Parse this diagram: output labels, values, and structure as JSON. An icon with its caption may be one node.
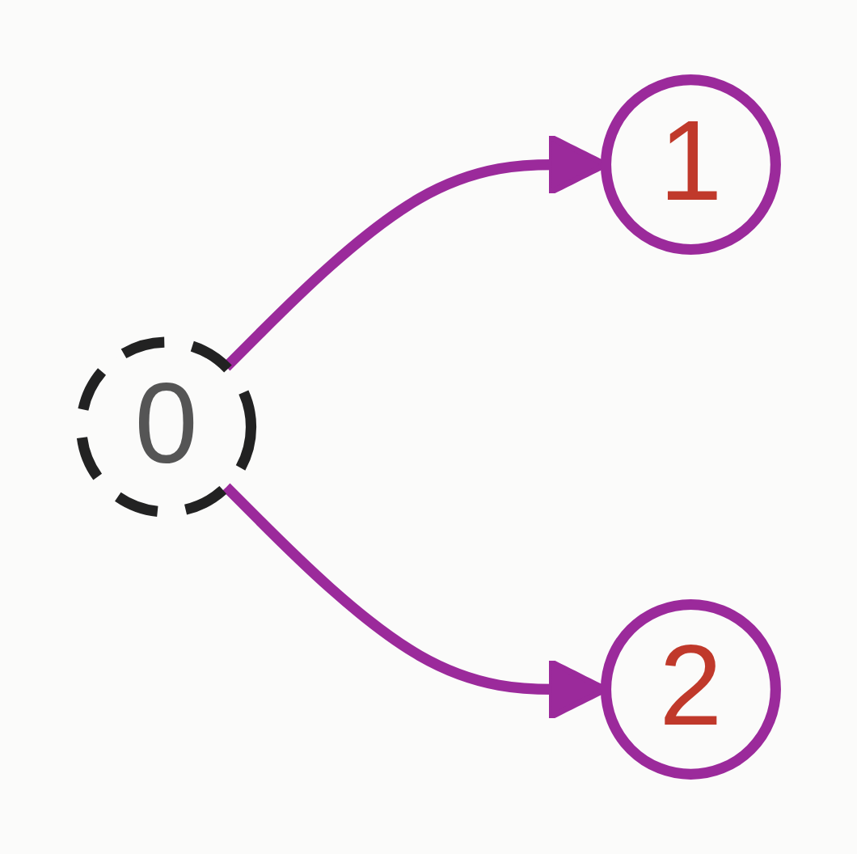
{
  "diagram": {
    "nodes": [
      {
        "text": [
          "0"
        ]
      },
      {
        "text": [
          "1"
        ]
      },
      {
        "text": [
          "2"
        ]
      }
    ],
    "edges": [
      {
        "from": 0,
        "to": 1,
        "arrow": "to"
      },
      {
        "from": 0,
        "to": 2,
        "arrow": "to"
      }
    ]
  }
}
